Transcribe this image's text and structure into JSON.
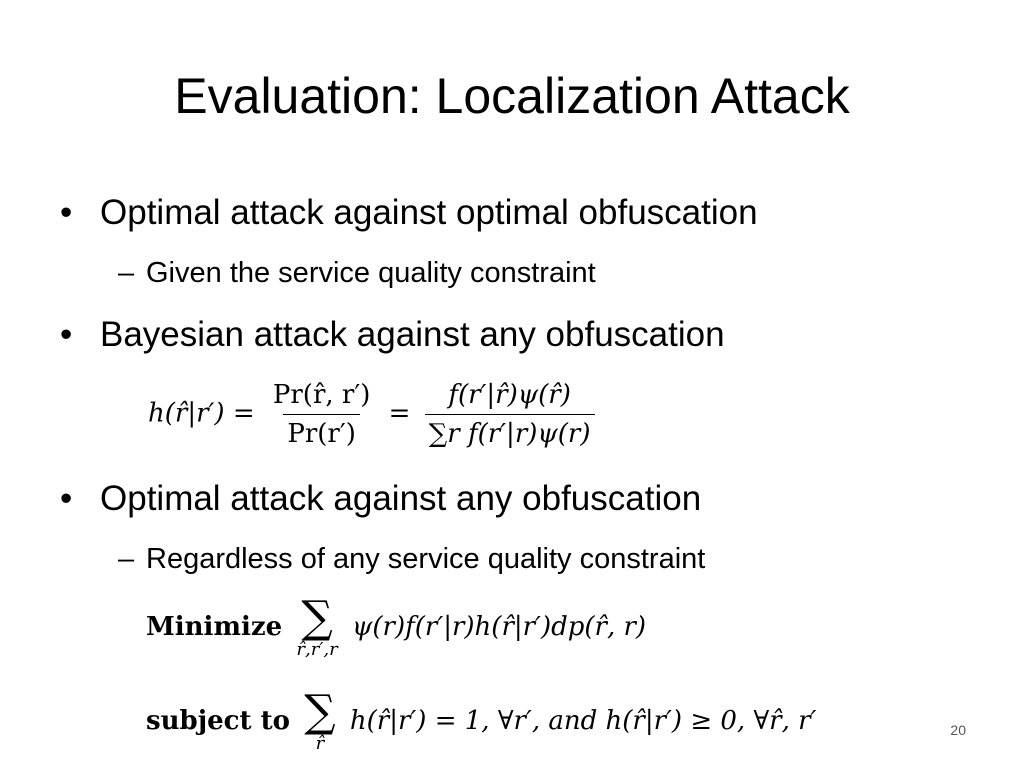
{
  "slide": {
    "title": "Evaluation: Localization Attack",
    "page_number": "20"
  },
  "bullets": [
    {
      "marker": "•",
      "text": "Optimal attack against optimal obfuscation"
    },
    {
      "marker": "•",
      "text": "Bayesian attack against any obfuscation"
    },
    {
      "marker": "•",
      "text": "Optimal attack against any obfuscation"
    }
  ],
  "subbullets": [
    {
      "marker": "–",
      "text": "Given the service quality constraint"
    },
    {
      "marker": "–",
      "text": "Regardless of any service quality constraint"
    }
  ],
  "equation1": {
    "lhs": "h(r̂|r′) =",
    "frac1_num": "Pr(r̂, r′)",
    "frac1_den": "Pr(r′)",
    "equals": "=",
    "frac2_num": "f(r′|r̂)ψ(r̂)",
    "frac2_den": "∑r f(r′|r)ψ(r)"
  },
  "optimization": {
    "minimize_label": "Minimize",
    "sum_symbol": "∑",
    "minimize_sum_index": "r̂,r′,r",
    "minimize_expr": "ψ(r)f(r′|r)h(r̂|r′)dp(r̂, r)",
    "subject_label": "subject to",
    "subject_sum_index": "r̂",
    "subject_expr": "h(r̂|r′) = 1, ∀r′, and h(r̂|r′) ≥ 0, ∀r̂, r′"
  }
}
